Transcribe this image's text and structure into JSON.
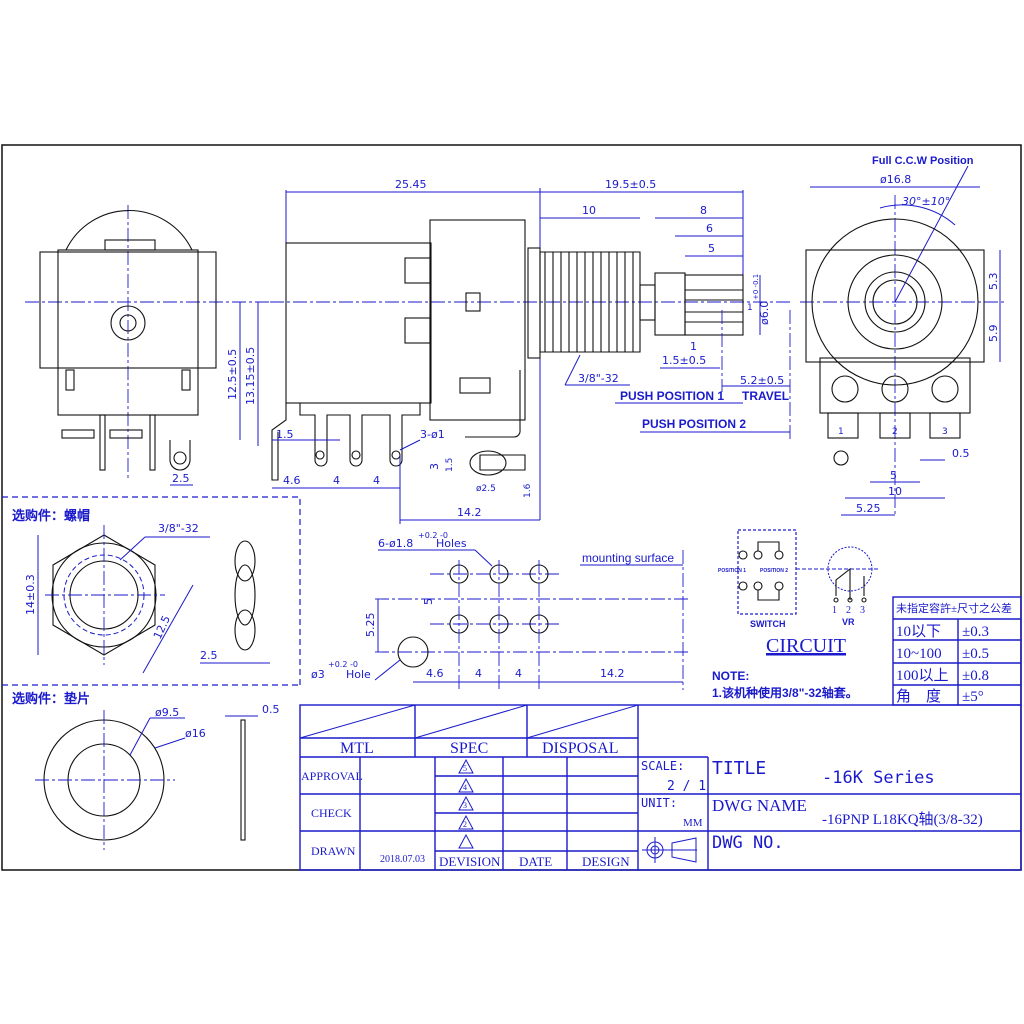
{
  "colors": {
    "line": "#1a1acc",
    "outline": "#111111"
  },
  "side_view": {
    "dim_height_1": "12.5±0.5",
    "dim_height_2": "13.15±0.5",
    "dim_tab": "2.5"
  },
  "front_view": {
    "dim_body": "25.45",
    "dim_shaft_total": "19.5±0.5",
    "dim_thread": "10",
    "dim_8": "8",
    "dim_6": "6",
    "dim_5": "5",
    "dim_1": "1",
    "dim_shaft_dia": "ø6.0",
    "dim_shaft_tol": "+0 -0.1",
    "dim_1_small": "1",
    "dim_1_5": "1.5±0.5",
    "dim_travel_val": "5.2±0.5",
    "travel": "TRAVEL",
    "push_1": "PUSH POSITION 1",
    "push_2": "PUSH POSITION 2",
    "thread": "3/8\"-32",
    "pin_dia": "3-ø1",
    "dim_pin_offset": "1.5",
    "dim_4_6": "4.6",
    "dim_4a": "4",
    "dim_4b": "4",
    "dim_14_2": "14.2",
    "dim_3": "3",
    "dim_1_5b": "1.5",
    "dim_ø2_5": "ø2.5",
    "dim_1_6": "1.6"
  },
  "rear_view": {
    "full_ccw": "Full C.C.W Position",
    "dim_dia": "ø16.8",
    "angle": "30°±10°",
    "dim_5_3": "5.3",
    "dim_5_9": "5.9",
    "pins": [
      "1",
      "2",
      "3"
    ],
    "dim_0_5": "0.5",
    "dim_5": "5",
    "dim_10": "10",
    "dim_5_25": "5.25"
  },
  "nut": {
    "title": "选购件：螺帽",
    "thread": "3/8\"-32",
    "dim_14": "14±0.3",
    "dim_12_5": "12.5",
    "dim_2_5": "2.5"
  },
  "washer": {
    "title": "选购件：垫片",
    "dim_9_5": "ø9.5",
    "dim_16": "ø16",
    "dim_0_5": "0.5"
  },
  "pcb_layout": {
    "holes": "6-ø1.8",
    "holes_tol": "+0.2 -0",
    "holes_suffix": "Holes",
    "mount_hole": "ø3",
    "mount_hole_tol": "+0.2 -0",
    "mount_hole_suffix": "Hole",
    "mounting_surface": "mounting surface",
    "dim_5": "5",
    "dim_5_25": "5.25",
    "dim_4_6": "4.6",
    "dim_4a": "4",
    "dim_4b": "4",
    "dim_14_2": "14.2"
  },
  "circuit": {
    "position_1": "POSITION 1",
    "position_2": "POSITION 2",
    "switch": "SWITCH",
    "vr": "VR",
    "vr_pins": [
      "1",
      "2",
      "3"
    ],
    "title": "CIRCUIT"
  },
  "note": {
    "label": "NOTE:",
    "text": "1.该机种使用3/8\"-32轴套。"
  },
  "tolerance_table": {
    "header": "未指定容許±尺寸之公差",
    "rows": [
      {
        "range": "10以下",
        "tol": "±0.3"
      },
      {
        "range": "10~100",
        "tol": "±0.5"
      },
      {
        "range": "100以上",
        "tol": "±0.8"
      },
      {
        "range": "角　度",
        "tol": "±5°"
      }
    ]
  },
  "title_block": {
    "mtl": "MTL",
    "spec": "SPEC",
    "disposal": "DISPOSAL",
    "approval": "APPROVAL",
    "check": "CHECK",
    "drawn": "DRAWN",
    "drawn_date": "2018.07.03",
    "revisions": [
      "5",
      "4",
      "3",
      "2",
      ""
    ],
    "devision": "DEVISION",
    "date": "DATE",
    "design": "DESIGN",
    "scale_label": "SCALE:",
    "scale_value": "2 / 1",
    "unit_label": "UNIT:",
    "unit_value": "MM",
    "title_label": "TITLE",
    "title_value": "-16K  Series",
    "dwg_name_label": "DWG NAME",
    "dwg_name_value": "-16PNP  L18KQ轴(3/8-32)",
    "dwg_no_label": "DWG NO."
  }
}
